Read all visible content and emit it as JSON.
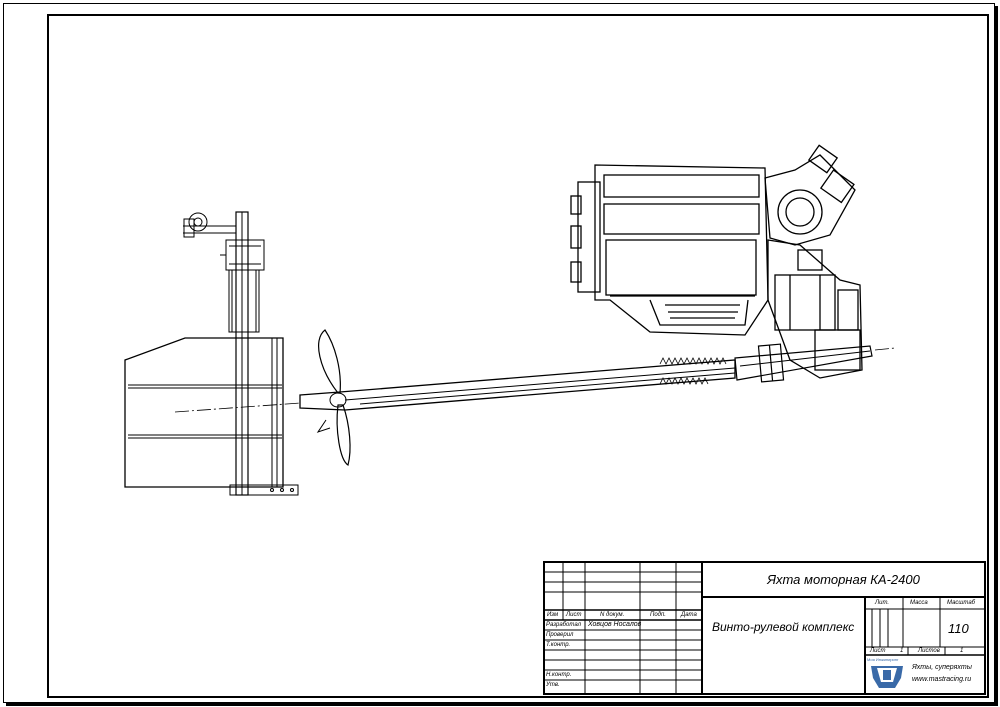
{
  "title_block": {
    "project_title": "Яхта моторная КА-2400",
    "drawing_title": "Винто-рулевой комплекс",
    "scale": "110",
    "col_izm": "Изм",
    "col_list": "Лист",
    "col_doc": "N докум.",
    "col_sign": "Подп.",
    "col_date": "Дата",
    "row_developer": "Разработал",
    "row_developer_name": "Ховцов Носалов",
    "row_checked": "Проверил",
    "row_tcontrol": "Т.контр.",
    "row_ncontrol": "Н.контр.",
    "row_approved": "Утв.",
    "lit_label": "Лит.",
    "mass_label": "Масса",
    "scale_label": "Масштаб",
    "sheet_label": "Лист",
    "sheets_label": "Листов",
    "sheet_num": "1",
    "sheets_num": "1",
    "org_line1": "Яхты, суперяхты",
    "org_line2": "www.mastracing.ru",
    "logo_text": "Моя Инжиниринг"
  },
  "colors": {
    "ink": "#000000",
    "paper": "#ffffff",
    "logo": "#3a6aa8"
  }
}
